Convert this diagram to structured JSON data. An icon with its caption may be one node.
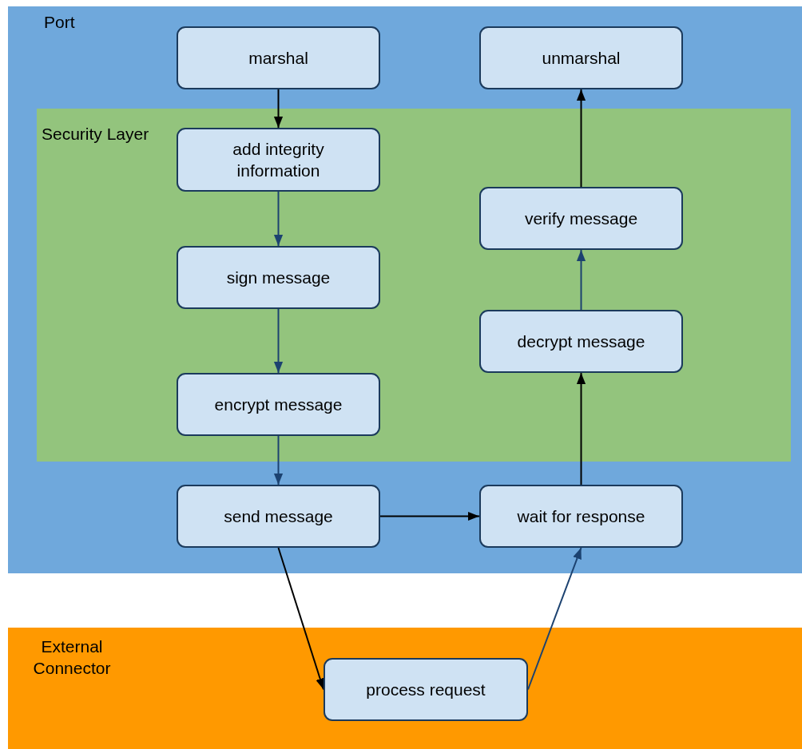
{
  "diagram": {
    "nodes": [
      {
        "text": [
          "Port"
        ]
      },
      {
        "text": [
          "marshal"
        ],
        "in": 0
      },
      {
        "text": [
          "unmarshal"
        ],
        "in": 0
      },
      {
        "text": [
          "Security Layer"
        ],
        "in": 0
      },
      {
        "text": [
          "add integrity information"
        ],
        "in": 3
      },
      {
        "text": [
          "sign message"
        ],
        "in": 3
      },
      {
        "text": [
          "encrypt message"
        ],
        "in": 3
      },
      {
        "text": [
          "verify message"
        ],
        "in": 3
      },
      {
        "text": [
          "decrypt message"
        ],
        "in": 3
      },
      {
        "text": [
          "send message"
        ],
        "in": 0
      },
      {
        "text": [
          "wait for response"
        ],
        "in": 0
      },
      {
        "text": [
          "External Connector"
        ]
      },
      {
        "text": [
          "process request"
        ],
        "in": 11
      }
    ],
    "edges": [
      {
        "from": 1,
        "to": 4,
        "arrow": "to"
      },
      {
        "from": 4,
        "to": 5,
        "arrow": "to",
        "color": "#1c4270"
      },
      {
        "from": 5,
        "to": 6,
        "arrow": "to",
        "color": "#1c4270"
      },
      {
        "from": 6,
        "to": 9,
        "arrow": "to",
        "color": "#1c4270"
      },
      {
        "from": 9,
        "to": 10,
        "arrow": "to"
      },
      {
        "from": 10,
        "to": 8,
        "arrow": "to"
      },
      {
        "from": 8,
        "to": 7,
        "arrow": "to",
        "color": "#1c4270"
      },
      {
        "from": 7,
        "to": 2,
        "arrow": "to"
      },
      {
        "from": 9,
        "to": 12,
        "arrow": "to"
      },
      {
        "from": 12,
        "to": 10,
        "arrow": "to",
        "color": "#1c4270"
      }
    ]
  }
}
